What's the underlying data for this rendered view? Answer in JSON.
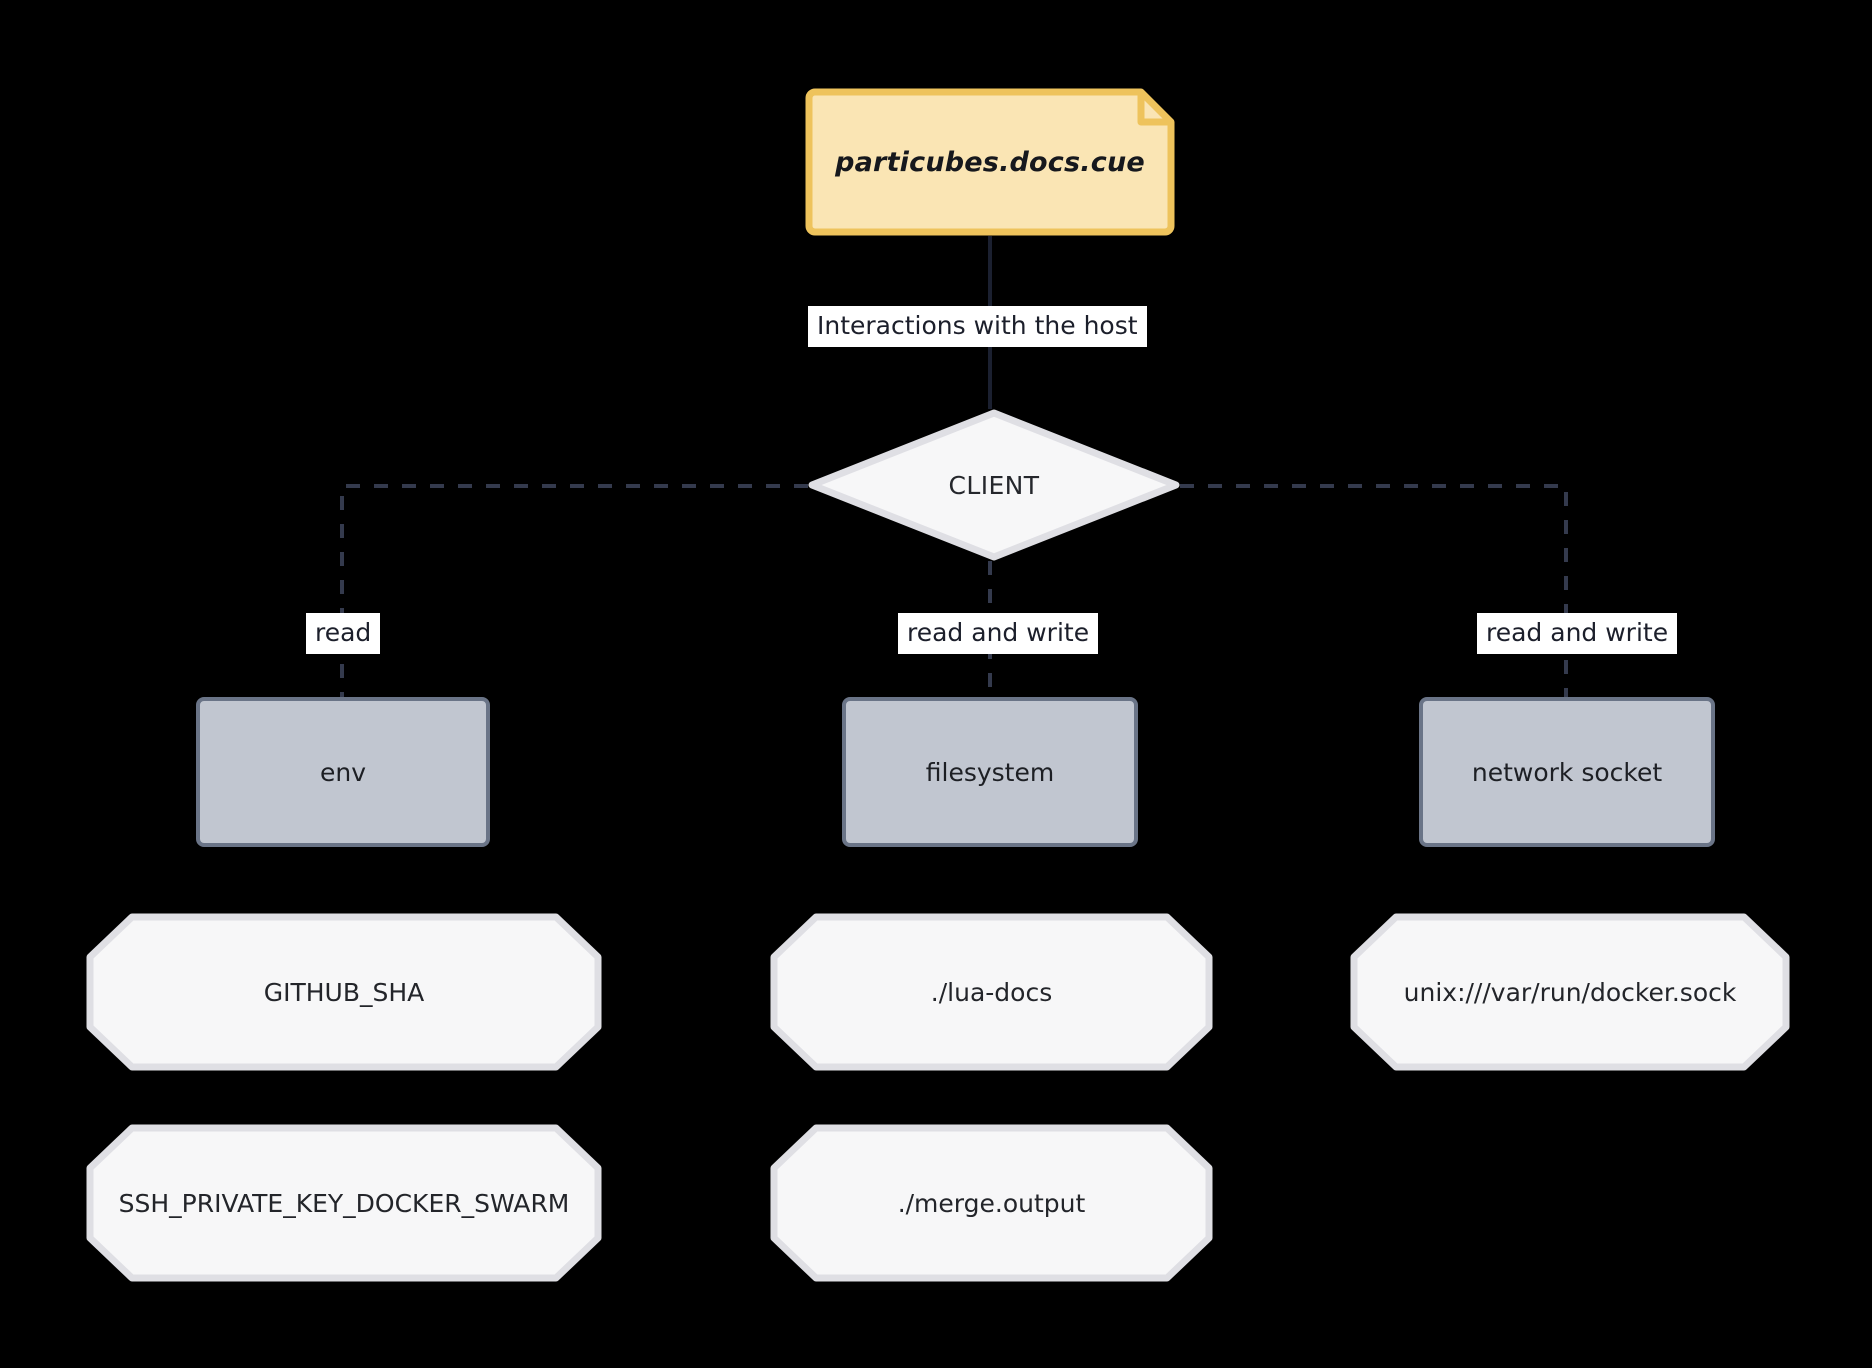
{
  "diagram": {
    "title": "Interactions with the host",
    "background_color": "#000000",
    "nodes": {
      "note": {
        "label": "particubes.docs.cue",
        "shape": "note",
        "fill": "#fae5b4",
        "stroke": "#eec35c"
      },
      "client": {
        "label": "CLIENT",
        "shape": "diamond",
        "fill": "#f7f7f8",
        "stroke": "#dfdfe4"
      },
      "resources": [
        {
          "label": "env",
          "shape": "rect",
          "fill": "#c1c6d0",
          "stroke": "#6a7487"
        },
        {
          "label": "filesystem",
          "shape": "rect",
          "fill": "#c1c6d0",
          "stroke": "#6a7487"
        },
        {
          "label": "network socket",
          "shape": "rect",
          "fill": "#c1c6d0",
          "stroke": "#6a7487"
        }
      ],
      "values": {
        "env": [
          "GITHUB_SHA",
          "SSH_PRIVATE_KEY_DOCKER_SWARM"
        ],
        "filesystem": [
          "./lua-docs",
          "./merge.output"
        ],
        "network_socket": [
          "unix:///var/run/docker.sock"
        ]
      }
    },
    "edges": [
      {
        "from": "particubes.docs.cue",
        "to": "CLIENT",
        "label": "Interactions with the host",
        "style": "solid"
      },
      {
        "from": "CLIENT",
        "to": "env",
        "label": "read",
        "style": "dashed"
      },
      {
        "from": "CLIENT",
        "to": "filesystem",
        "label": "read and write",
        "style": "dashed"
      },
      {
        "from": "CLIENT",
        "to": "network socket",
        "label": "read and write",
        "style": "dashed"
      }
    ],
    "colors": {
      "edge_solid": "#1b2030",
      "edge_dashed": "#343a4d",
      "label_background": "#ffffff",
      "octagon_fill": "#f7f7f8",
      "octagon_stroke": "#dfdfe4"
    }
  }
}
